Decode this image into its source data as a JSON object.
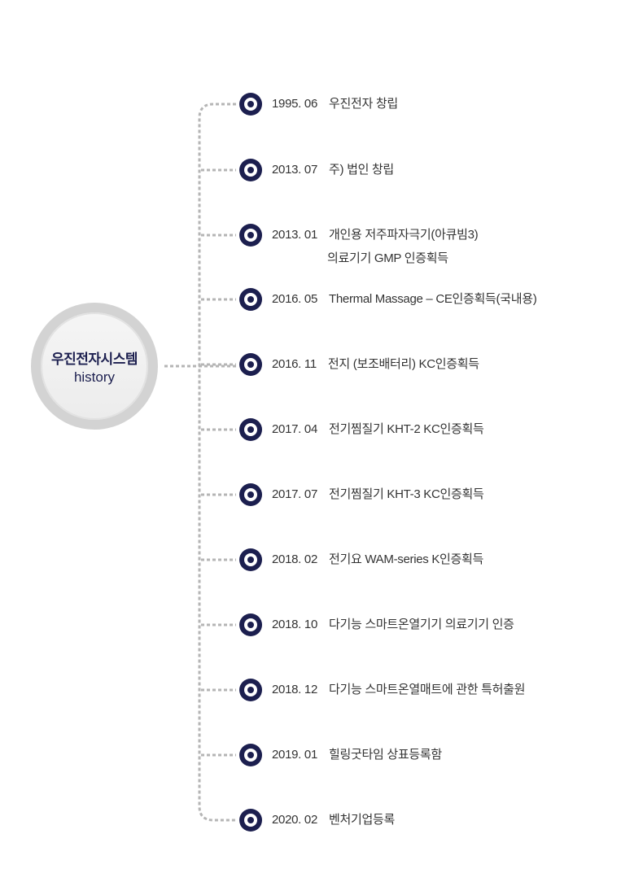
{
  "center": {
    "title": "우진전자시스템",
    "subtitle": "history"
  },
  "colors": {
    "navy": "#1c1f4f",
    "line": "#b5b5b5",
    "ring": "#d3d3d3"
  },
  "events": [
    {
      "date": "1995. 06",
      "text": "우진전자 창립"
    },
    {
      "date": "2013. 07",
      "text": "주) 법인 창립"
    },
    {
      "date": "2013. 01",
      "text": "개인용 저주파자극기(아큐빔3)",
      "text2": "의료기기 GMP 인증획득"
    },
    {
      "date": "2016. 05",
      "text": "Thermal Massage – CE인증획득(국내용)"
    },
    {
      "date": "2016. 11",
      "text": "전지 (보조배터리)  KC인증획득"
    },
    {
      "date": "2017. 04",
      "text": "전기찜질기 KHT-2  KC인증획득"
    },
    {
      "date": "2017. 07",
      "text": "전기찜질기 KHT-3  KC인증획득"
    },
    {
      "date": "2018. 02",
      "text": "전기요 WAM-series  K인증획득"
    },
    {
      "date": "2018. 10",
      "text": "다기능 스마트온열기기 의료기기 인증"
    },
    {
      "date": "2018. 12",
      "text": "다기능 스마트온열매트에 관한 특허출원"
    },
    {
      "date": "2019. 01",
      "text": "힐링굿타임 상표등록함"
    },
    {
      "date": "2020. 02",
      "text": "벤처기업등록"
    }
  ]
}
